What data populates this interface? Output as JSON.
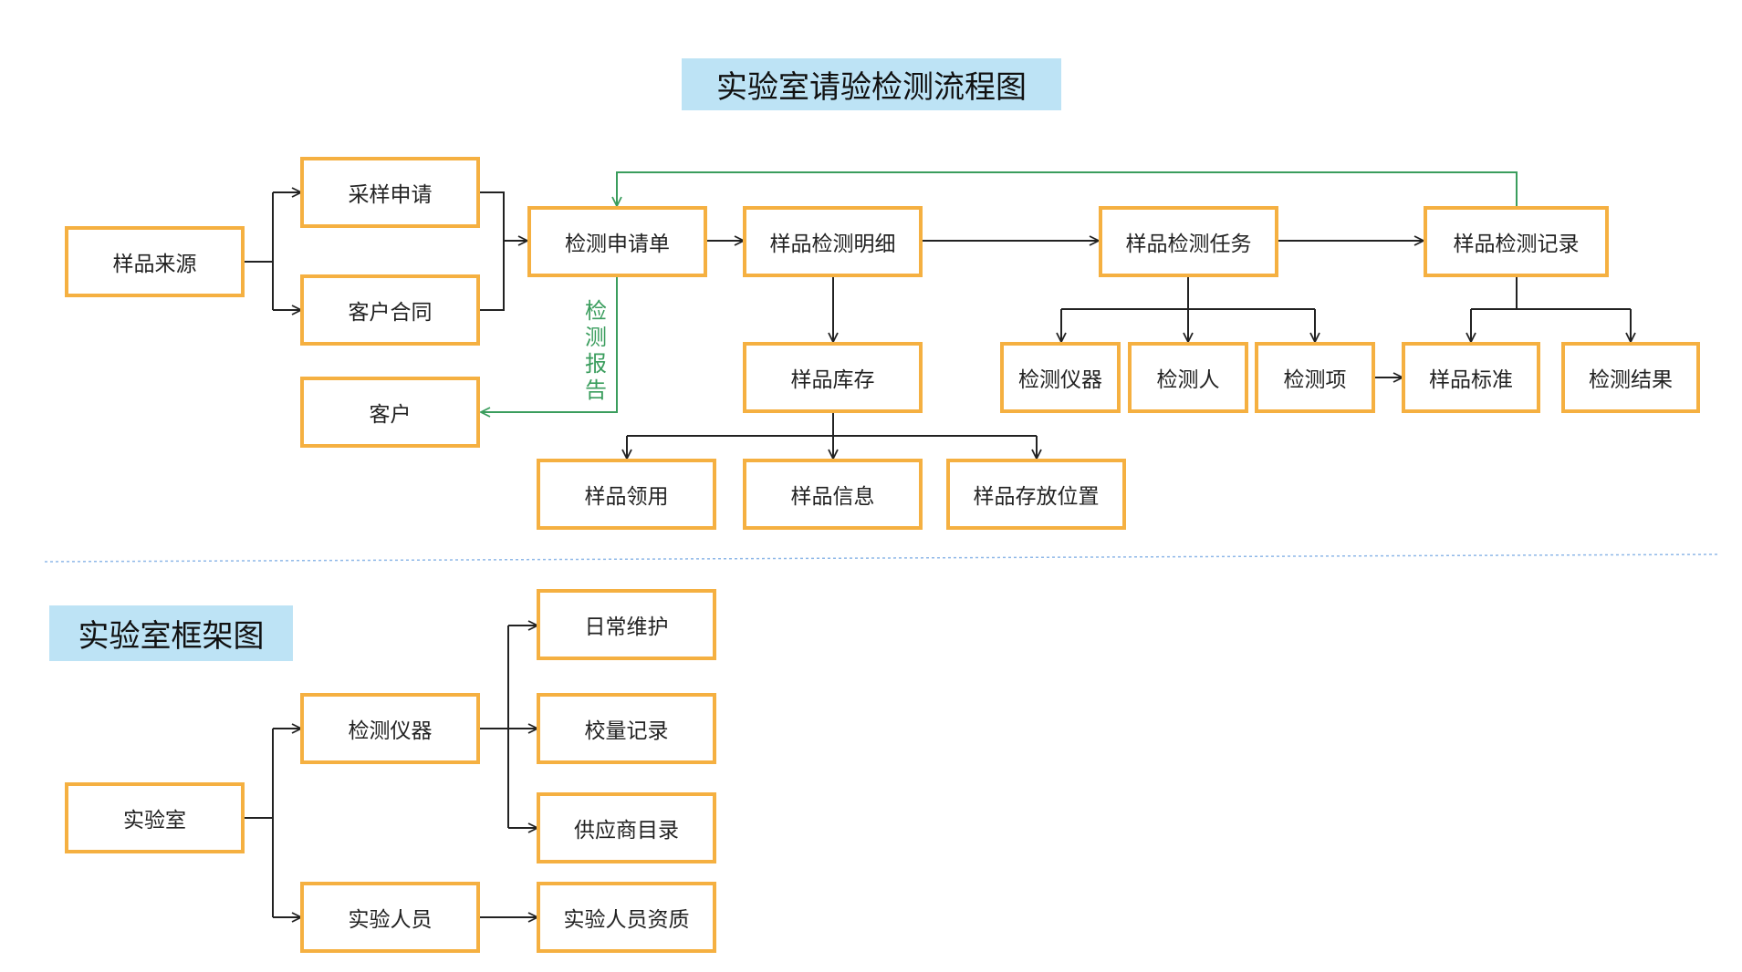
{
  "flowchart": {
    "title": "实验室请验检测流程图",
    "nodes": {
      "sample_source": "样品来源",
      "sampling_request": "采样申请",
      "customer_contract": "客户合同",
      "customer": "客户",
      "test_request": "检测申请单",
      "test_detail": "样品检测明细",
      "sample_inventory": "样品库存",
      "sample_usage": "样品领用",
      "sample_info": "样品信息",
      "sample_location": "样品存放位置",
      "test_task": "样品检测任务",
      "instrument": "检测仪器",
      "tester": "检测人",
      "test_item": "检测项",
      "test_record": "样品检测记录",
      "sample_standard": "样品标准",
      "test_result": "检测结果"
    },
    "report_label": [
      "检",
      "测",
      "报",
      "告"
    ]
  },
  "framework": {
    "title": "实验室框架图",
    "nodes": {
      "lab": "实验室",
      "instrument": "检测仪器",
      "staff": "实验人员",
      "maintenance": "日常维护",
      "calibration": "校量记录",
      "supplier": "供应商目录",
      "qualification": "实验人员资质"
    }
  },
  "colors": {
    "box_border": "#f5b041",
    "title_bg": "#bde3f5",
    "arrow": "#222222",
    "feedback_arrow": "#3a9d5d",
    "divider": "#8fb8e8"
  }
}
